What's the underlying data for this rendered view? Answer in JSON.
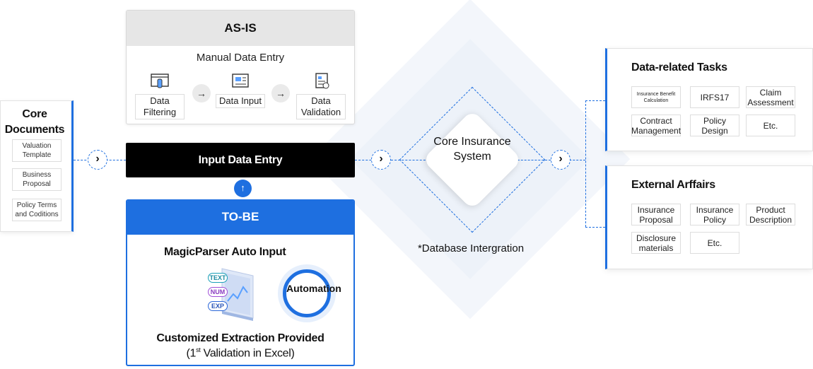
{
  "core_documents": {
    "title": "Core Documents",
    "items": [
      "Valuation Template",
      "Business Proposal",
      "Policy Terms and Coditions"
    ]
  },
  "as_is": {
    "header": "AS-IS",
    "subtitle": "Manual Data Entry",
    "steps": [
      "Data Filtering",
      "Data Input",
      "Data Validation"
    ]
  },
  "input_data_entry": "Input Data Entry",
  "to_be": {
    "header": "TO-BE",
    "subtitle": "MagicParser Auto Input",
    "tags": [
      "TEXT",
      "NUM",
      "EXP"
    ],
    "automation_label": "Automation",
    "footer_line1": "Customized Extraction Provided",
    "footer_line2_prefix": "(1",
    "footer_line2_sup": "st",
    "footer_line2_suffix": " Validation in Excel)"
  },
  "core_system": "Core Insurance System",
  "database_note": "*Database Intergration",
  "data_related_tasks": {
    "title": "Data-related Tasks",
    "items": [
      "Insurance Benefit Calculation",
      "IRFS17",
      "Claim Assessment",
      "Contract Management",
      "Policy Design",
      "Etc."
    ]
  },
  "external_affairs": {
    "title": "External Arffairs",
    "items": [
      "Insurance Proposal",
      "Insurance Policy",
      "Product Description",
      "Disclosure materials",
      "Etc."
    ]
  },
  "colors": {
    "accent": "#1e6fe0",
    "dark_bar": "#000000",
    "header_gray": "#e6e6e6"
  }
}
